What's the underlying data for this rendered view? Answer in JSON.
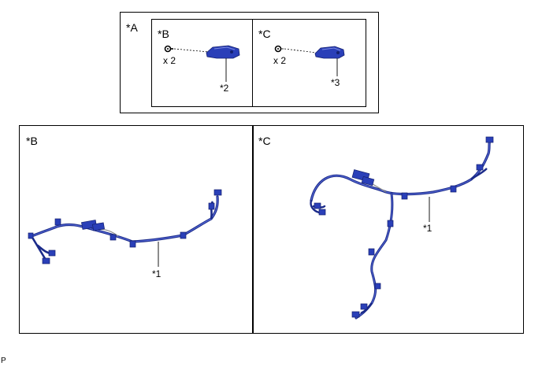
{
  "top_panel": {
    "label": "*A",
    "left": {
      "label": "*B",
      "qty": "x 2",
      "callout": "*2"
    },
    "right": {
      "label": "*C",
      "qty": "x 2",
      "callout": "*3"
    }
  },
  "bottom_left": {
    "label": "*B",
    "callout": "*1"
  },
  "bottom_right": {
    "label": "*C",
    "callout": "*1"
  },
  "footer_code": "P",
  "colors": {
    "harness": "#2a3fb8",
    "harness_dark": "#1b2b8a",
    "outline": "#000000"
  }
}
